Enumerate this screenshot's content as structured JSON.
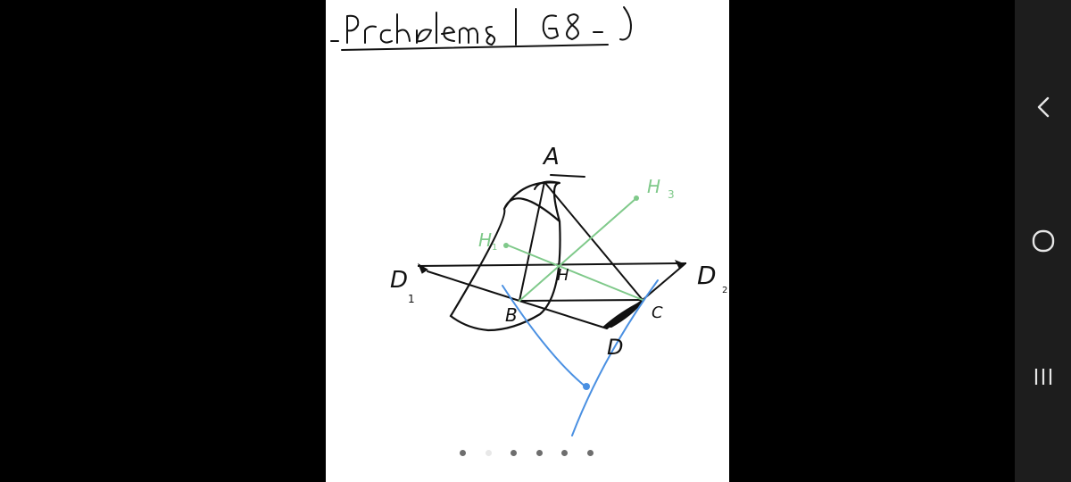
{
  "note": {
    "title_handwritten": "Problem 8 | G8-)",
    "labels": {
      "A": "A",
      "B": "B",
      "C": "C",
      "D": "D",
      "H": "H",
      "H1": "H",
      "H1_sub": "1",
      "H3": "H",
      "H3_sub": "3",
      "D1": "D",
      "D1_sub": "1",
      "D2": "D",
      "D2_sub": "2"
    },
    "colors": {
      "ink": "#111111",
      "green": "#7fc98a",
      "blue": "#4a90e2"
    }
  },
  "pager": {
    "count": 6,
    "active_index": 1
  },
  "navigation": {
    "back_icon": "chevron-left-icon",
    "home_icon": "home-circle-icon",
    "recents_icon": "recents-bars-icon"
  }
}
